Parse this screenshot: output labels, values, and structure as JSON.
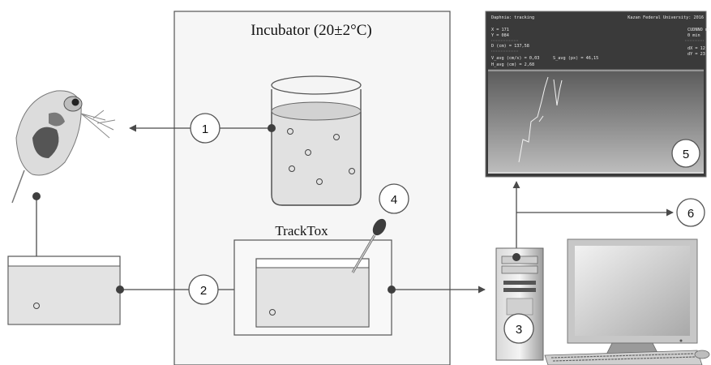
{
  "incubator": {
    "title": "Incubator (20±2°C)"
  },
  "tracktox": {
    "label": "TrackTox"
  },
  "steps": [
    "1",
    "2",
    "3",
    "4",
    "5",
    "6"
  ],
  "screen": {
    "header_left": "Daphnia: tracking",
    "header_right": "Kazan Federal University: 2016",
    "readouts": [
      "X = 171",
      "Y = 084",
      "D (cm) = 137,58",
      "V_avg (cm/s) = 0,03",
      "H_avg (cm) = 2,68",
      "S_avg (px) = 46,15"
    ],
    "right_readouts": [
      "CUDNNO ml",
      "0 min",
      "dX = 12",
      "dY = 23"
    ]
  },
  "colors": {
    "line": "#4a4a4a",
    "dot": "#3f3f3f",
    "incubator_bg": "#f6f6f6",
    "water": "#e3e3e3",
    "screen_bg": "#3a3a3a"
  }
}
